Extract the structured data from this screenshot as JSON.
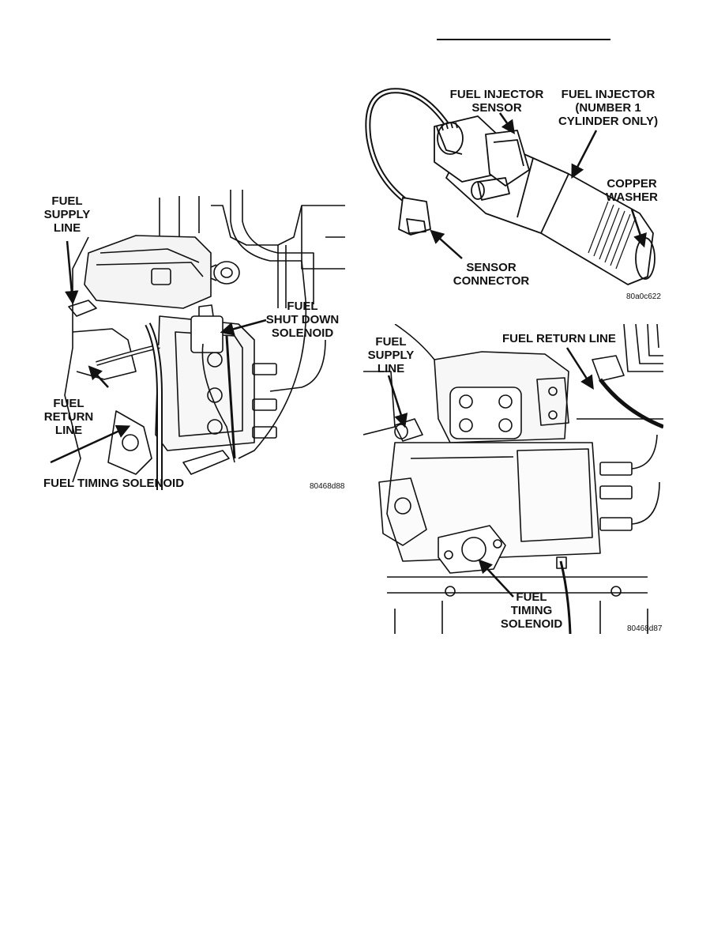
{
  "figure_left": {
    "labels": {
      "fuel_supply_line": [
        "FUEL",
        "SUPPLY",
        "LINE"
      ],
      "fuel_return_line": [
        "FUEL",
        "RETURN",
        "LINE"
      ],
      "fuel_shut_down_solenoid": [
        "FUEL",
        "SHUT DOWN",
        "SOLENOID"
      ],
      "fuel_timing_solenoid": [
        "FUEL TIMING SOLENOID"
      ]
    },
    "code": "80468d88"
  },
  "figure_injector": {
    "labels": {
      "fuel_injector_sensor": [
        "FUEL INJECTOR",
        "SENSOR"
      ],
      "fuel_injector_number1": [
        "FUEL INJECTOR",
        "(NUMBER 1",
        "CYLINDER ONLY)"
      ],
      "copper_washer": [
        "COPPER",
        "WASHER"
      ],
      "sensor_connector": [
        "SENSOR",
        "CONNECTOR"
      ]
    },
    "code": "80a0c622"
  },
  "figure_pump": {
    "labels": {
      "fuel_supply_line": [
        "FUEL",
        "SUPPLY",
        "LINE"
      ],
      "fuel_return_line": [
        "FUEL RETURN LINE"
      ],
      "fuel_timing_solenoid": [
        "FUEL",
        "TIMING",
        "SOLENOID"
      ]
    },
    "code": "80468d87"
  }
}
